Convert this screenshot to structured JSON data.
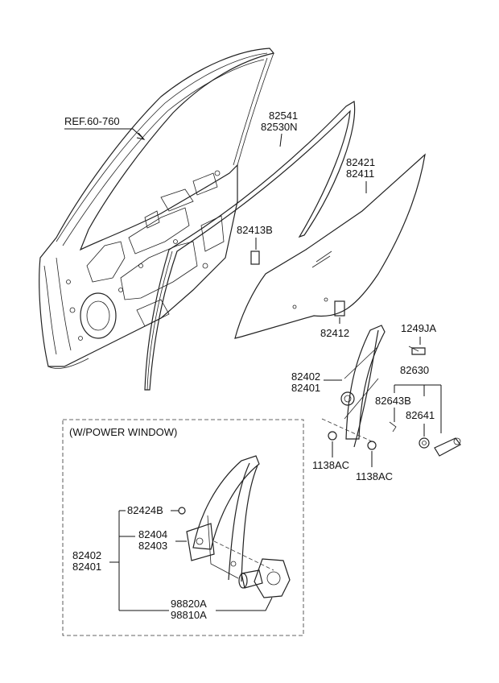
{
  "labels": {
    "ref": "REF.60-760",
    "p82541": "82541",
    "p82530N": "82530N",
    "p82421": "82421",
    "p82411": "82411",
    "p82413B": "82413B",
    "p82412": "82412",
    "p1249JA": "1249JA",
    "p82630": "82630",
    "p82402_top": "82402",
    "p82401_top": "82401",
    "p82643B": "82643B",
    "p82641": "82641",
    "p1138AC_left": "1138AC",
    "p1138AC_right": "1138AC",
    "power_window_title": "(W/POWER WINDOW)",
    "p82424B": "82424B",
    "p82404": "82404",
    "p82403": "82403",
    "p82402_box": "82402",
    "p82401_box": "82401",
    "p98820A": "98820A",
    "p98810A": "98810A"
  },
  "icons": [
    "door-frame-icon",
    "door-weatherstrip-icon",
    "window-glass-icon",
    "window-regulator-icon",
    "power-window-motor-icon",
    "window-handle-icon"
  ]
}
